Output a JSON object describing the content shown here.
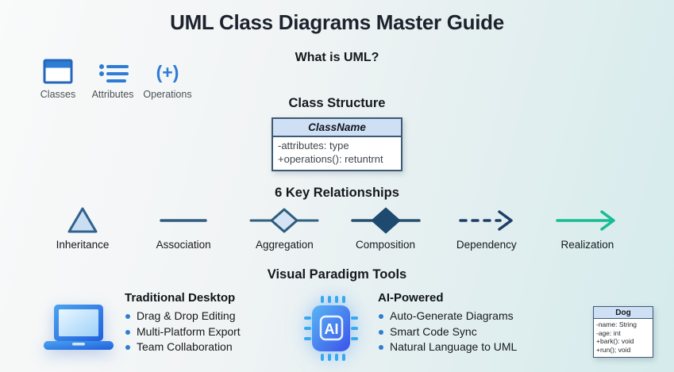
{
  "page": {
    "title": "UML Class Diagrams Master Guide",
    "section_what": "What is UML?",
    "section_class_structure": "Class Structure",
    "section_relationships": "6 Key Relationships",
    "section_tools": "Visual Paradigm Tools"
  },
  "concepts": [
    {
      "label": "Classes",
      "icon": "window-table-icon"
    },
    {
      "label": "Attributes",
      "icon": "bullet-list-icon"
    },
    {
      "label": "Operations",
      "icon": "parens-plus-icon",
      "glyph": "(+)"
    }
  ],
  "class_structure_box": {
    "name": "ClassName",
    "members": [
      "-attributes: type",
      "+operations(): retuntrnt"
    ]
  },
  "relationships": [
    {
      "label": "Inheritance",
      "icon": "hollow-triangle"
    },
    {
      "label": "Association",
      "icon": "plain-line"
    },
    {
      "label": "Aggregation",
      "icon": "hollow-diamond"
    },
    {
      "label": "Composition",
      "icon": "filled-diamond"
    },
    {
      "label": "Dependency",
      "icon": "dashed-arrow"
    },
    {
      "label": "Realization",
      "icon": "green-arrow"
    }
  ],
  "tools": {
    "traditional": {
      "heading": "Traditional Desktop",
      "bullets": [
        "Drag & Drop Editing",
        "Multi-Platform Export",
        "Team Collaboration"
      ]
    },
    "ai": {
      "heading": "AI-Powered",
      "chip_label": "AI",
      "bullets": [
        "Auto-Generate Diagrams",
        "Smart Code Sync",
        "Natural Language to UML"
      ]
    }
  },
  "dog_class_box": {
    "name": "Dog",
    "members": [
      "-name: String",
      "-age: int",
      "+bark(): void",
      "+run(); void"
    ]
  },
  "colors": {
    "accent_blue": "#2e7cd6",
    "steel_blue": "#2f5c7d",
    "navy": "#1d4a6e",
    "dependency_navy": "#1d3f66",
    "teal_green": "#17bd92",
    "class_header_bg": "#cfe0f5",
    "title_text": "#1c232e"
  }
}
